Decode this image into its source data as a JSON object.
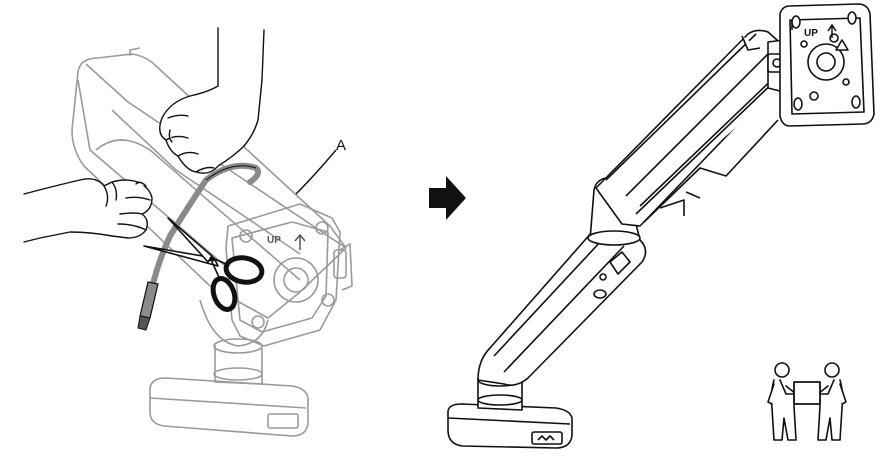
{
  "left_panel": {
    "callout_label": "A",
    "plate_up_label": "UP",
    "plate_arrow": "up-arrow-icon",
    "tool": "scissors-icon"
  },
  "transition": {
    "icon": "right-arrow-icon"
  },
  "right_panel": {
    "plate_up_label": "UP",
    "plate_arrow": "up-arrow-icon"
  },
  "two_person_lift": {
    "icon": "two-person-carry-icon"
  },
  "colors": {
    "line": "#111111",
    "faded_line": "#9a9a9a",
    "strap": "#8a8a8a",
    "arrow_fill": "#111111"
  }
}
